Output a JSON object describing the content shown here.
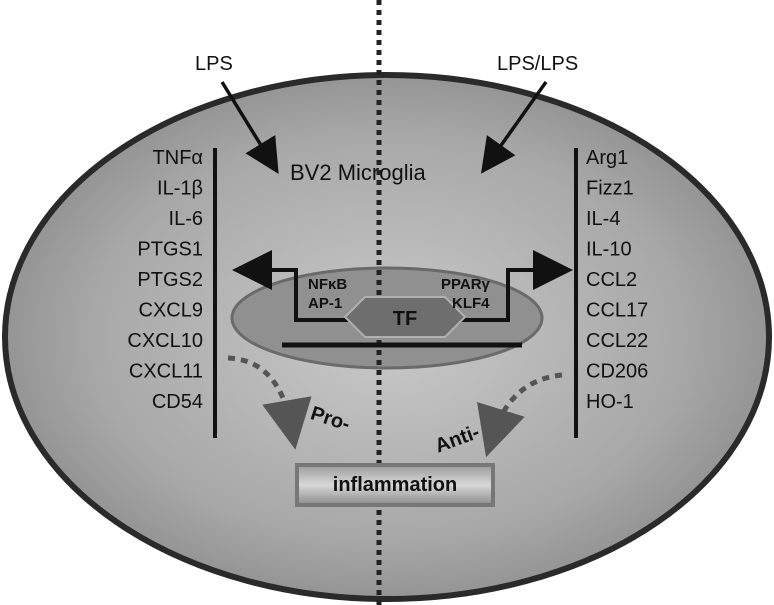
{
  "inputs": {
    "left": "LPS",
    "right": "LPS/LPS"
  },
  "cell_label": "BV2 Microglia",
  "pro_genes": [
    "TNFα",
    "IL-1β",
    "IL-6",
    "PTGS1",
    "PTGS2",
    "CXCL9",
    "CXCL10",
    "CXCL11",
    "CD54"
  ],
  "anti_genes": [
    "Arg1",
    "Fizz1",
    "IL-4",
    "IL-10",
    "CCL2",
    "CCL17",
    "CCL22",
    "CD206",
    "HO-1"
  ],
  "tf": {
    "label": "TF",
    "left_factors": [
      "NFκB",
      "AP-1"
    ],
    "right_factors": [
      "PPARγ",
      "KLF4"
    ]
  },
  "outcome": {
    "pro": "Pro-",
    "anti": "Anti-",
    "result": "inflammation"
  },
  "colors": {
    "cell_fill": "#9c9c9c",
    "nucleus_fill": "#8a8a8a",
    "tf_fill": "#6e6e6e",
    "outline": "#2a2a2a"
  }
}
